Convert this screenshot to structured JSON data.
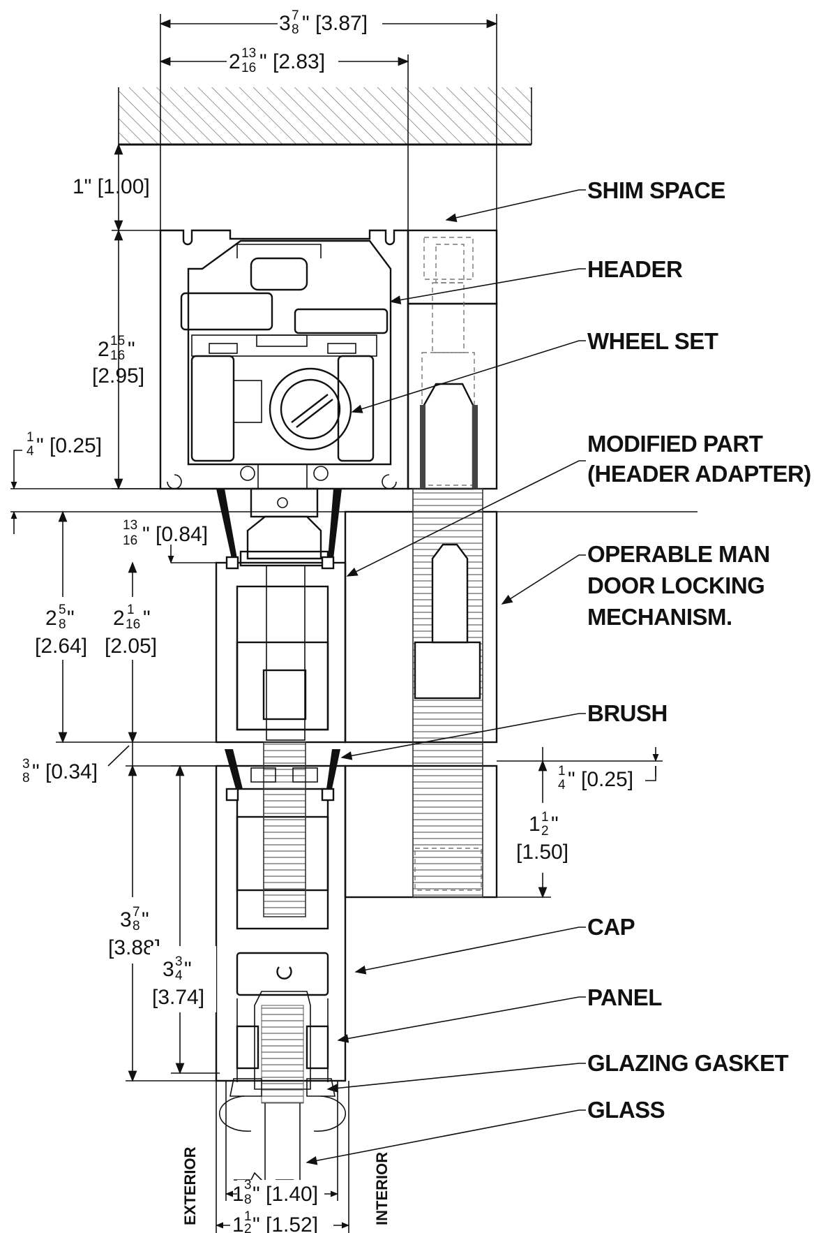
{
  "dimensions": {
    "overall_width": {
      "whole": "3",
      "num": "7",
      "den": "8",
      "decimal": "[3.87]"
    },
    "header_width": {
      "whole": "2",
      "num": "13",
      "den": "16",
      "decimal": "[2.83]"
    },
    "shim": {
      "text": "1\" [1.00]"
    },
    "header_height": {
      "whole": "2",
      "num": "15",
      "den": "16",
      "decimal": "[2.95]"
    },
    "quarter_top": {
      "num": "1",
      "den": "4",
      "decimal": "\" [0.25]"
    },
    "adapter_offset": {
      "num": "13",
      "den": "16",
      "decimal": "\" [0.84]"
    },
    "adapter_height": {
      "whole": "2",
      "num": "5",
      "den": "8",
      "decimal": "[2.64]"
    },
    "adapter_inner": {
      "whole": "2",
      "num": "1",
      "den": "16",
      "decimal": "[2.05]"
    },
    "gap": {
      "num": "3",
      "den": "8",
      "decimal": "\" [0.34]"
    },
    "quarter_right": {
      "num": "1",
      "den": "4",
      "decimal": "\" [0.25]"
    },
    "lock_height": {
      "whole": "1",
      "num": "1",
      "den": "2",
      "decimal": "[1.50]"
    },
    "cap_height": {
      "whole": "3",
      "num": "7",
      "den": "8",
      "decimal": "[3.88]"
    },
    "panel_height": {
      "whole": "3",
      "num": "3",
      "den": "4",
      "decimal": "[3.74]"
    },
    "inner_width": {
      "whole": "1",
      "num": "3",
      "den": "8",
      "decimal": "\" [1.40]"
    },
    "outer_width": {
      "whole": "1",
      "num": "1",
      "den": "2",
      "decimal": "\" [1.52]"
    }
  },
  "labels": {
    "shim_space": "SHIM SPACE",
    "header": "HEADER",
    "wheel_set": "WHEEL SET",
    "modified_part_1": "MODIFIED PART",
    "modified_part_2": "(HEADER ADAPTER)",
    "lock_1": "OPERABLE MAN",
    "lock_2": "DOOR LOCKING",
    "lock_3": "MECHANISM.",
    "brush": "BRUSH",
    "cap": "CAP",
    "panel": "PANEL",
    "glazing_gasket": "GLAZING GASKET",
    "glass": "GLASS"
  },
  "sides": {
    "exterior": "EXTERIOR",
    "interior": "INTERIOR"
  }
}
